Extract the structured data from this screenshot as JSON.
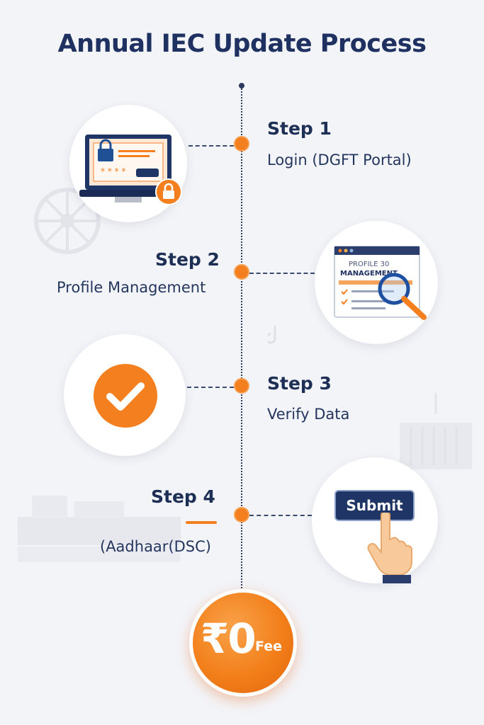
{
  "title": "Annual IEC Update Process",
  "steps": [
    {
      "title": "Step 1",
      "desc": "Login (DGFT Portal)"
    },
    {
      "title": "Step 2",
      "desc": "Profile Management"
    },
    {
      "title": "Step 3",
      "desc": "Verify Data"
    },
    {
      "title": "Step 4",
      "desc": "(Aadhaar(DSC)"
    }
  ],
  "illustrations": {
    "profile_doc_line1": "PROFILE 30",
    "profile_doc_line2": "MANAGEMENT",
    "login_password": "* * * *",
    "submit_label": "Submit"
  },
  "fee": {
    "amount": "₹0",
    "label": "Fee"
  },
  "colors": {
    "accent": "#f47f1e",
    "navy": "#1f3160",
    "background": "#f3f4f8"
  },
  "icons": [
    "laptop-lock-icon",
    "padlock-icon",
    "document-magnifier-icon",
    "checkmark-icon",
    "hand-pointer-icon"
  ]
}
